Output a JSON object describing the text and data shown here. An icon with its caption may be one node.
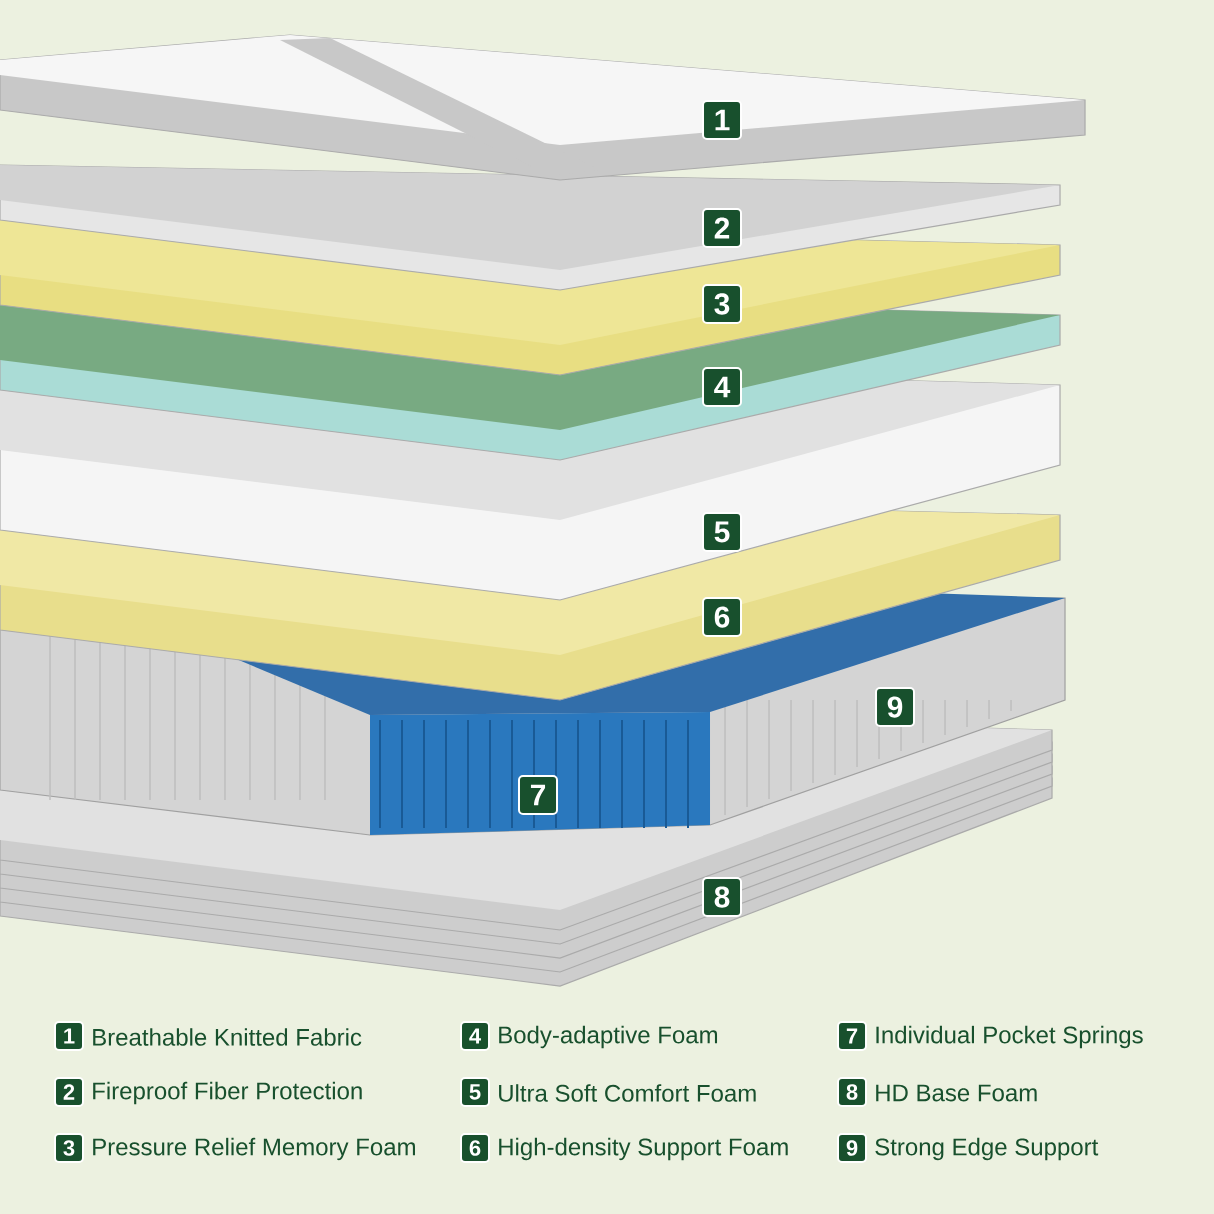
{
  "diagram": {
    "nodes": [
      {
        "text": [
          "1"
        ]
      },
      {
        "text": [
          "2"
        ]
      },
      {
        "text": [
          "3"
        ]
      },
      {
        "text": [
          "4"
        ]
      },
      {
        "text": [
          "5"
        ]
      },
      {
        "text": [
          "6"
        ]
      },
      {
        "text": [
          "9"
        ]
      },
      {
        "text": [
          "7"
        ]
      },
      {
        "text": [
          "8"
        ]
      },
      {
        "text": [
          "1"
        ],
        "beside": [
          "Breathable Knitted Fabric"
        ]
      },
      {
        "text": [
          "4"
        ],
        "beside": [
          "Body-adaptive Foam"
        ]
      },
      {
        "text": [
          "7"
        ],
        "beside": [
          "Individual Pocket Springs"
        ]
      },
      {
        "text": [
          "2"
        ],
        "beside": [
          "Fireproof Fiber Protection"
        ]
      },
      {
        "text": [
          "5"
        ],
        "beside": [
          "Ultra Soft Comfort Foam"
        ]
      },
      {
        "text": [
          "8"
        ],
        "beside": [
          "HD Base Foam"
        ]
      },
      {
        "text": [
          "3"
        ],
        "beside": [
          "Pressure Relief Memory Foam"
        ]
      },
      {
        "text": [
          "6"
        ],
        "beside": [
          "High-density Support Foam"
        ]
      },
      {
        "text": [
          "9"
        ],
        "beside": [
          "Strong Edge Support"
        ]
      }
    ]
  }
}
